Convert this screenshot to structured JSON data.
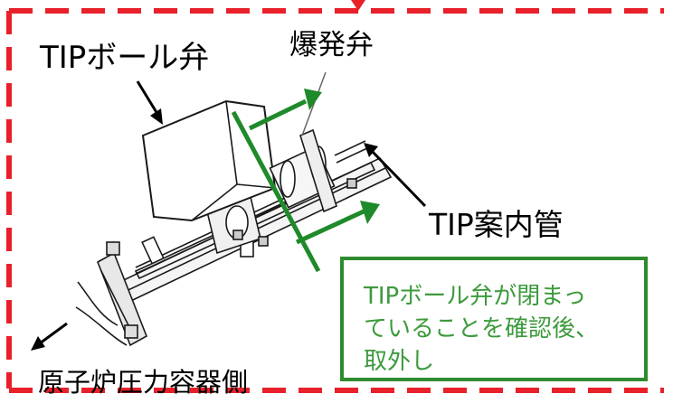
{
  "labels": {
    "tip_ball_valve": "TIPボール弁",
    "pyro_valve": "爆発弁",
    "tip_guide_tube": "TIP案内管",
    "rpv_side": "原子炉圧力容器側"
  },
  "note": {
    "text": "TIPボール弁が閉まっ\nていることを確認後、\n取外し"
  },
  "colors": {
    "dash_border": "#e8202a",
    "green_accent": "#1f8a2a",
    "note_text": "#3c9a3c"
  }
}
